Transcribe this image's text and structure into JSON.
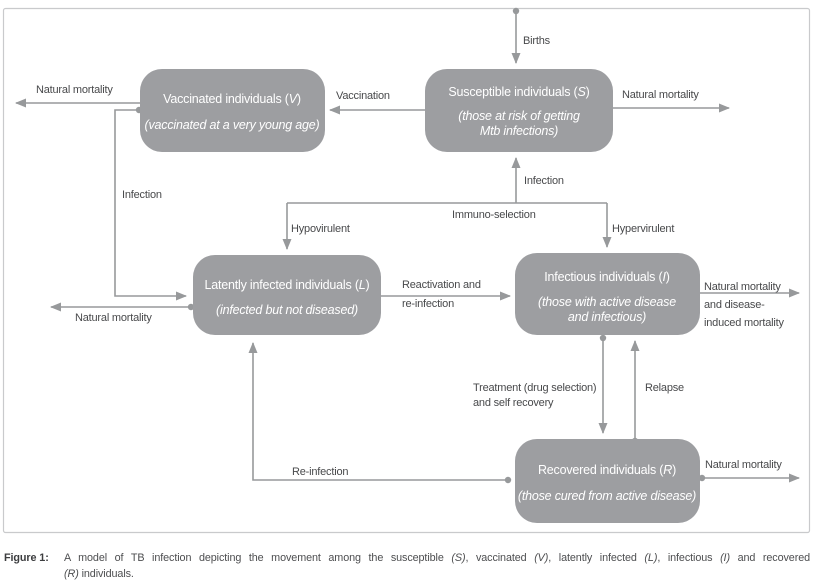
{
  "figure": {
    "boxes": {
      "vaccinated": {
        "title_prefix": "Vaccinated individuals (",
        "title_var": "V",
        "title_suffix": ")",
        "subtitle_lines": [
          "(vaccinated at a very young age)"
        ]
      },
      "susceptible": {
        "title_prefix": "Susceptible individuals (",
        "title_var": "S",
        "title_suffix": ")",
        "subtitle_lines": [
          "(those at risk of getting",
          "Mtb infections)"
        ]
      },
      "latent": {
        "title_prefix": "Latently infected individuals (",
        "title_var": "L",
        "title_suffix": ")",
        "subtitle_lines": [
          "(infected but not diseased)"
        ]
      },
      "infectious": {
        "title_prefix": "Infectious individuals (",
        "title_var": "I",
        "title_suffix": ")",
        "subtitle_lines": [
          "(those with active disease",
          "and infectious)"
        ]
      },
      "recovered": {
        "title_prefix": "Recovered individuals (",
        "title_var": "R",
        "title_suffix": ")",
        "subtitle_lines": [
          "(those cured from active disease)"
        ]
      }
    },
    "labels": {
      "births": "Births",
      "vaccination": "Vaccination",
      "natural_mortality": "Natural mortality",
      "infection": "Infection",
      "immuno_selection": "Immuno-selection",
      "hypovirulent": "Hypovirulent",
      "hypervirulent": "Hypervirulent",
      "reactivation": [
        "Reactivation and",
        "re-infection"
      ],
      "natural_disease_mortality": [
        "Natural mortality",
        "and disease-",
        "induced mortality"
      ],
      "treatment": [
        "Treatment (drug selection)",
        "and self recovery"
      ],
      "relapse": "Relapse",
      "re_infection": "Re-infection"
    },
    "colors": {
      "box_fill": "#9d9ea1",
      "box_text": "#ffffff",
      "line": "#97999b",
      "label_text": "#48494b",
      "frame": "#c9cacc"
    }
  },
  "caption": {
    "label": "Figure 1:",
    "line1": [
      {
        "t": "A model of TB infection depicting the movement among the susceptible "
      },
      {
        "t": "(S)"
      },
      {
        "t": ", vaccinated "
      },
      {
        "t": "(V)"
      },
      {
        "t": ", latently infected "
      },
      {
        "t": "(L)"
      },
      {
        "t": ", infectious "
      },
      {
        "t": "(I)"
      },
      {
        "t": " and recovered"
      }
    ],
    "line2": [
      {
        "t": "(R)"
      },
      {
        "t": " individuals."
      }
    ]
  }
}
